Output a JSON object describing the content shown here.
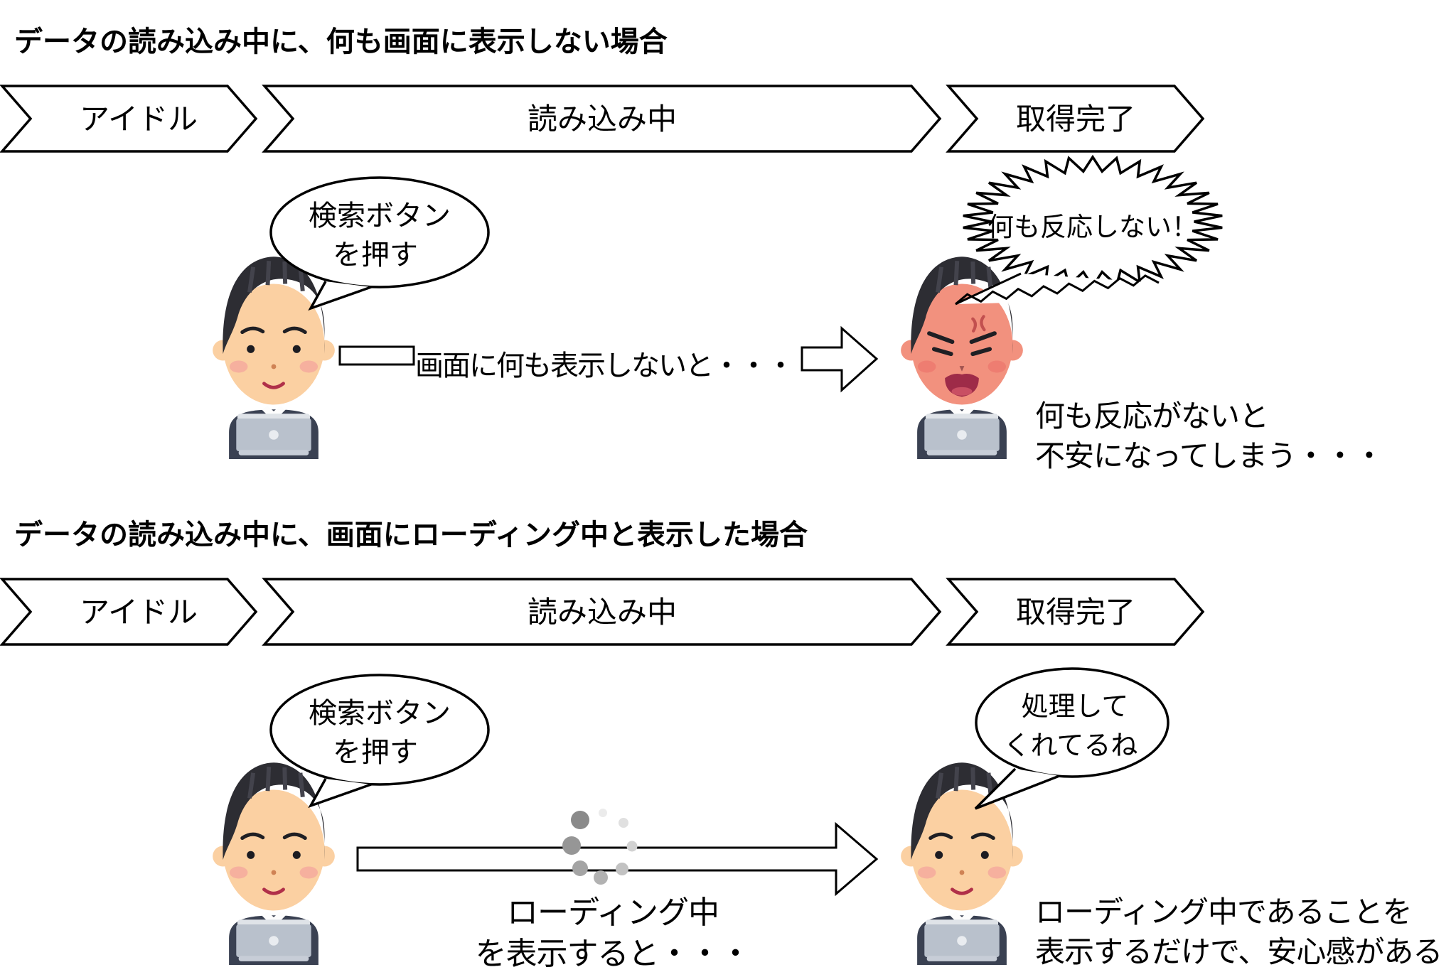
{
  "section1": {
    "title": "データの読み込み中に、何も画面に表示しない場合",
    "flow": [
      "アイドル",
      "読み込み中",
      "取得完了"
    ],
    "bubble_left": {
      "line1": "検索ボタン",
      "line2": "を押す"
    },
    "middle_text": "画面に何も表示しないと・・・",
    "shout_bubble": "何も反応しない！",
    "result": {
      "line1": "何も反応がないと",
      "line2": "不安になってしまう・・・"
    }
  },
  "section2": {
    "title": "データの読み込み中に、画面にローディング中と表示した場合",
    "flow": [
      "アイドル",
      "読み込み中",
      "取得完了"
    ],
    "bubble_left": {
      "line1": "検索ボタン",
      "line2": "を押す"
    },
    "loading_label": {
      "line1": "ローディング中",
      "line2": "を表示すると・・・"
    },
    "bubble_right": {
      "line1": "処理して",
      "line2": "くれてるね"
    },
    "result": {
      "line1": "ローディング中であることを",
      "line2": "表示するだけで、安心感がある"
    }
  },
  "spinner": {
    "colors": [
      "#8a8a8a",
      "#969696",
      "#a4a4a4",
      "#b2b2b2",
      "#c2c2c2",
      "#d2d2d2",
      "#e0e0e0",
      "#ebebeb"
    ]
  },
  "palette": {
    "skin": "#fbd0a2",
    "skin_angry": "#f2917e",
    "hair": "#2d2d33",
    "suit": "#3a4152",
    "tie": "#48699f",
    "laptop": "#b9c1cc",
    "blush": "#f5a79e",
    "mouth": "#b03049",
    "angry_mouth": "#9e2b48",
    "outline": "#000000"
  }
}
